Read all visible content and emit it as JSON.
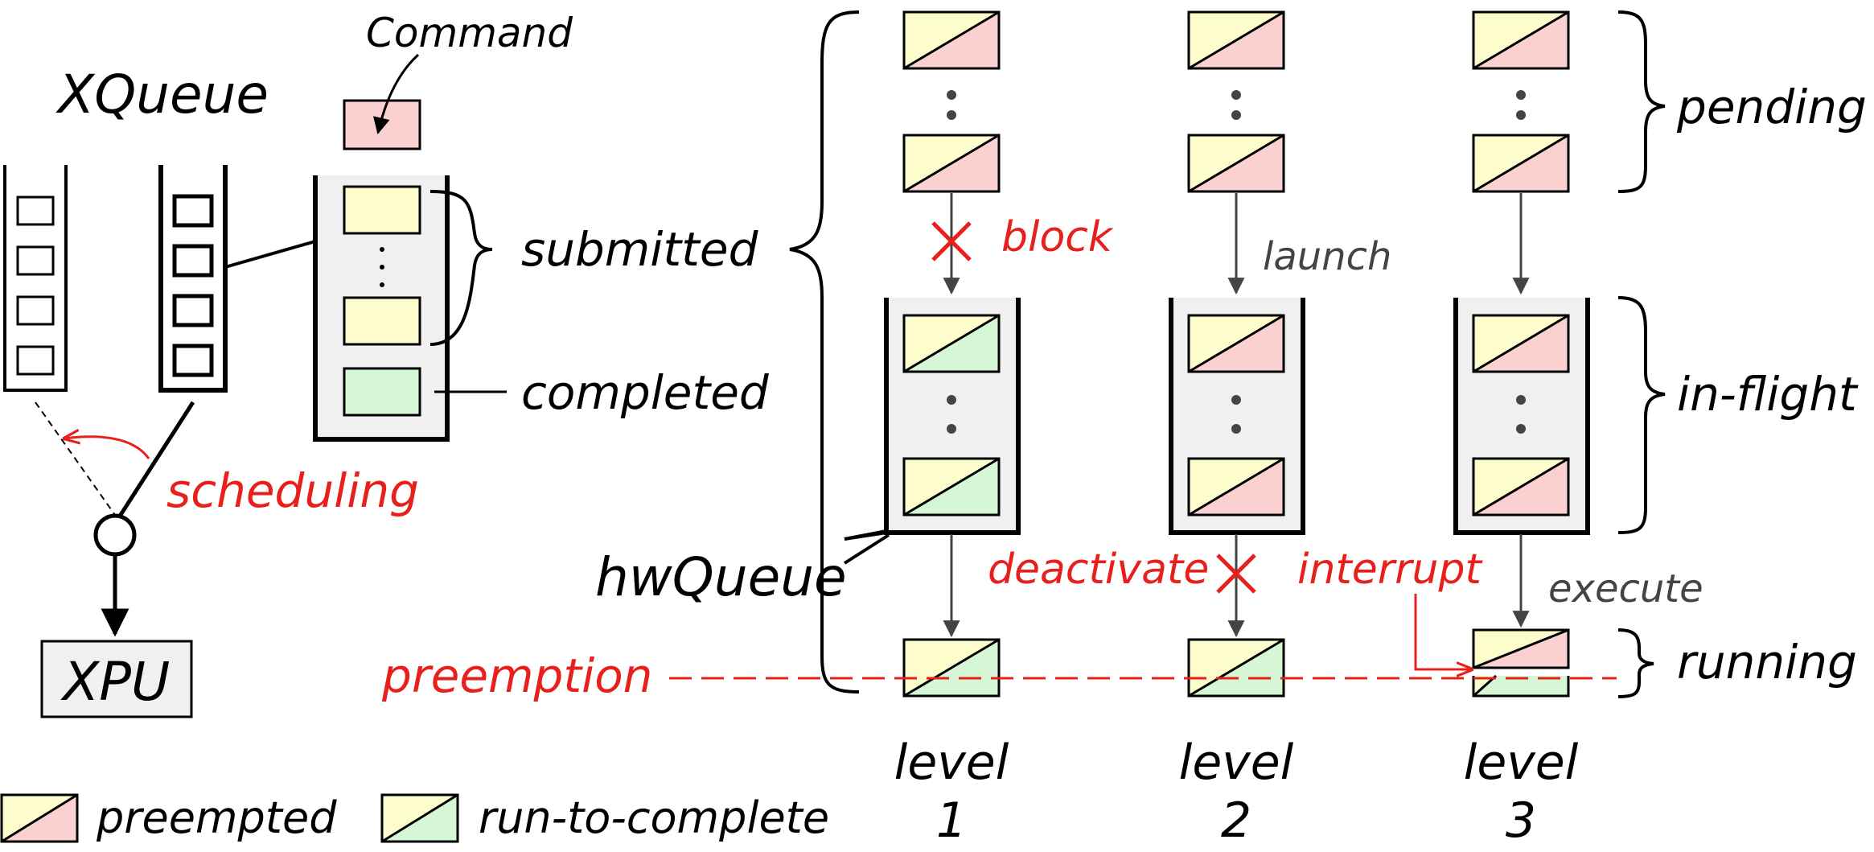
{
  "colors": {
    "yellow": "#fcfccc",
    "pink": "#fbd0d0",
    "green": "#d6f7d6",
    "gray_fill": "#f0f0f0",
    "red": "#e8201c",
    "dark_gray": "#444444"
  },
  "left": {
    "xqueue_title": "XQueue",
    "command_label": "Command",
    "submitted_label": "submitted",
    "completed_label": "completed",
    "scheduling_label": "scheduling",
    "xpu_label": "XPU"
  },
  "center": {
    "hwqueue_label": "hwQueue",
    "preemption_label": "preemption",
    "block_label": "block",
    "launch_label": "launch",
    "deactivate_label": "deactivate",
    "interrupt_label": "interrupt",
    "execute_label": "execute"
  },
  "states": {
    "pending": "pending",
    "in_flight": "in-flight",
    "running": "running"
  },
  "levels": [
    {
      "word": "level",
      "number": "1"
    },
    {
      "word": "level",
      "number": "2"
    },
    {
      "word": "level",
      "number": "3"
    }
  ],
  "legend": {
    "preempted": "preempted",
    "run_to_complete": "run-to-complete"
  }
}
